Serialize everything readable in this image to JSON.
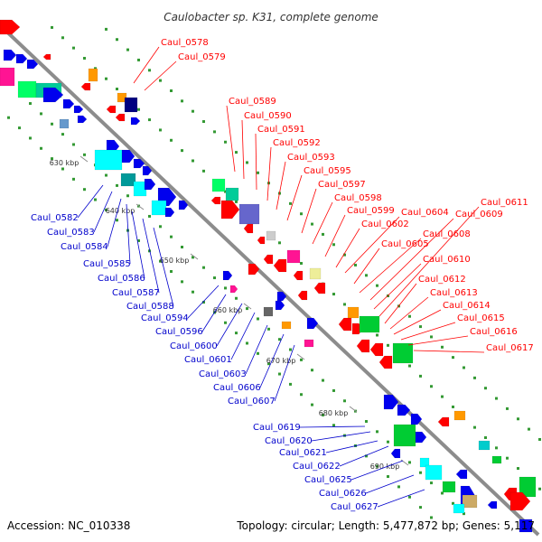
{
  "title": "Caulobacter sp. K31, complete genome",
  "footer": {
    "accession": "Accession: NC_010338",
    "summary": "Topology: circular; Length: 5,477,872 bp; Genes: 5,117"
  },
  "colors": {
    "backbone": "#8c8c8c",
    "forward_label": "#ff0000",
    "reverse_label": "#0000cc",
    "tick": "#339933"
  },
  "ticks": [
    "630 kbp",
    "640 kbp",
    "650 kbp",
    "660 kbp",
    "670 kbp",
    "680 kbp",
    "690 kbp"
  ],
  "forward_labels": [
    "Caul_0578",
    "Caul_0579",
    "Caul_0589",
    "Caul_0590",
    "Caul_0591",
    "Caul_0592",
    "Caul_0593",
    "Caul_0595",
    "Caul_0597",
    "Caul_0598",
    "Caul_0599",
    "Caul_0602",
    "Caul_0604",
    "Caul_0605",
    "Caul_0608",
    "Caul_0609",
    "Caul_0610",
    "Caul_0611",
    "Caul_0612",
    "Caul_0613",
    "Caul_0614",
    "Caul_0615",
    "Caul_0616",
    "Caul_0617"
  ],
  "reverse_labels": [
    "Caul_0582",
    "Caul_0583",
    "Caul_0584",
    "Caul_0585",
    "Caul_0586",
    "Caul_0587",
    "Caul_0588",
    "Caul_0594",
    "Caul_0596",
    "Caul_0600",
    "Caul_0601",
    "Caul_0603",
    "Caul_0606",
    "Caul_0607",
    "Caul_0619",
    "Caul_0620",
    "Caul_0621",
    "Caul_0622",
    "Caul_0625",
    "Caul_0626",
    "Caul_0627"
  ]
}
